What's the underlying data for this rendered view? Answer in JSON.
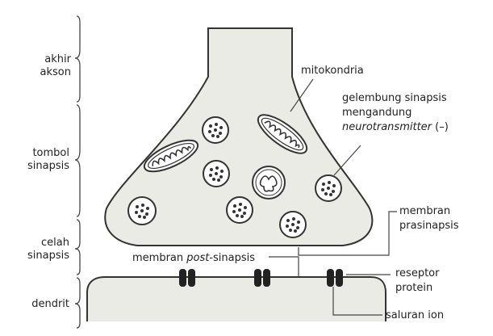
{
  "left_labels": {
    "akhir_akson": [
      "akhir",
      "akson"
    ],
    "tombol_sinapsis": [
      "tombol",
      "sinapsis"
    ],
    "celah_sinapsis": [
      "celah",
      "sinapsis"
    ],
    "dendrit": "dendrit"
  },
  "callouts": {
    "mitokondria": "mitokondria",
    "gelembung": {
      "line1": "gelembung sinapsis",
      "line2": "mengandung",
      "line3_italic": "neurotransmitter",
      "line3_suffix": " (–)"
    },
    "membran_prasinapsis": [
      "membran",
      "prasinapsis"
    ],
    "membran_post": {
      "prefix": "membran ",
      "italic": "post",
      "suffix": "-sinapsis"
    },
    "reseptor_protein": [
      "reseptor",
      "protein"
    ],
    "saluran_ion": "saluran ion"
  },
  "colors": {
    "neuron_fill": "#ebebe6",
    "outline": "#333333",
    "receptor": "#222222"
  }
}
